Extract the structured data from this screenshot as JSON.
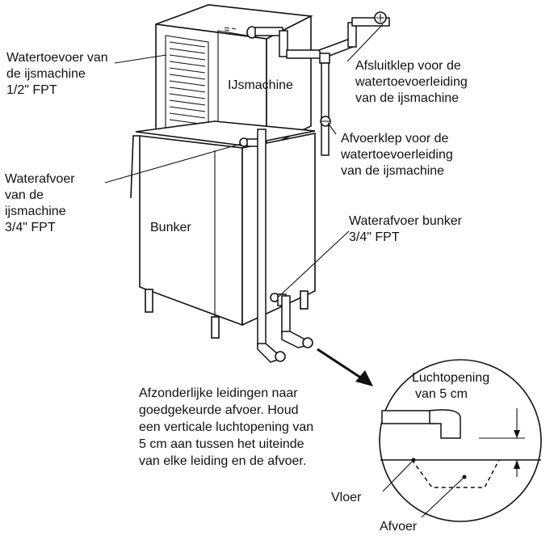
{
  "labels": {
    "ice_machine": "IJsmachine",
    "bunker": "Bunker",
    "water_supply": [
      "Watertoevoer van",
      "de ijsmachine",
      "1/2\" FPT"
    ],
    "shutoff_valve": [
      "Afsluitklep voor de",
      "watertoevoerleiding",
      "van de ijsmachine"
    ],
    "drain_valve": [
      "Afvoerklep voor de",
      "watertoevoerleiding",
      "van de ijsmachine"
    ],
    "machine_drain": [
      "Waterafvoer",
      "van de",
      "ijsmachine",
      "3/4\" FPT"
    ],
    "bunker_drain": [
      "Waterafvoer bunker",
      "3/4\" FPT"
    ],
    "note": [
      "Afzonderlijke leidingen naar",
      "goedgekeurde afvoer. Houd",
      "een verticale luchtopening van",
      "5 cm aan tussen het uiteinde",
      "van elke leiding en de afvoer."
    ],
    "air_gap": [
      "Luchtopening",
      "van 5 cm"
    ],
    "floor": "Vloer",
    "drain": "Afvoer"
  }
}
